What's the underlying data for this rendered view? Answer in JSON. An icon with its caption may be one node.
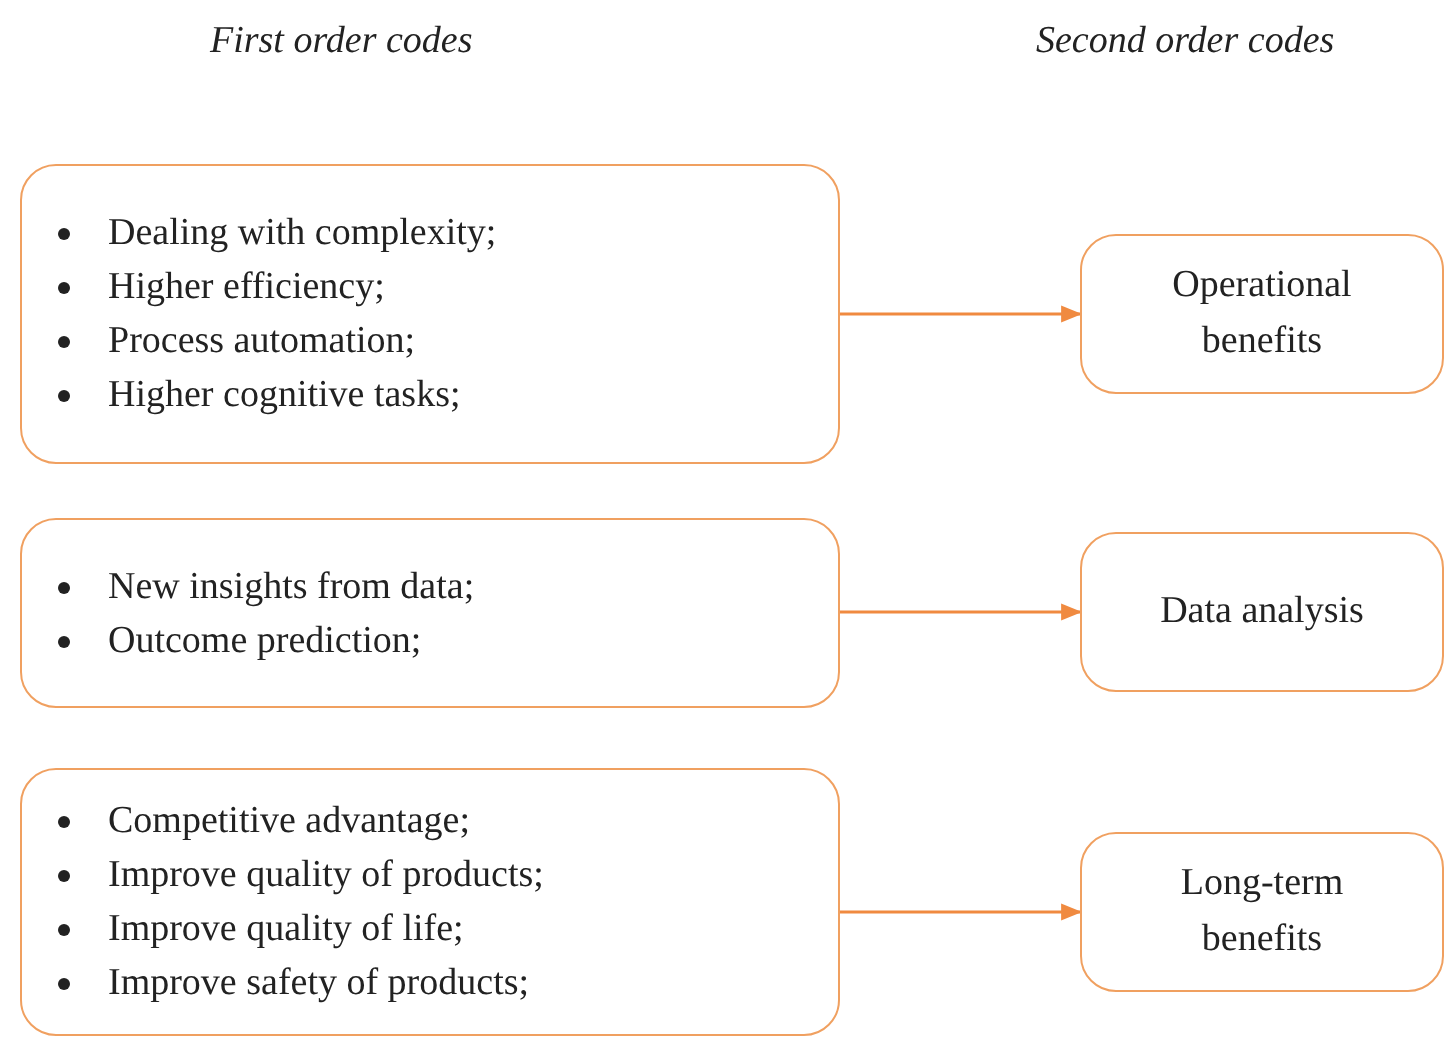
{
  "diagram": {
    "nodes": [
      {
        "text": [
          "Dealing with complexity;",
          "Higher efficiency;",
          "Process automation;",
          "Higher cognitive tasks;"
        ]
      },
      {
        "text": [
          "Operational benefits"
        ]
      },
      {
        "text": [
          "New insights from data;",
          "Outcome prediction;"
        ]
      },
      {
        "text": [
          "Data analysis"
        ]
      },
      {
        "text": [
          "Competitive advantage;",
          "Improve quality of products;",
          "Improve quality of life;",
          "Improve safety of products;"
        ]
      },
      {
        "text": [
          "Long-term benefits"
        ]
      }
    ],
    "edges": [
      {
        "from": 0,
        "to": 1,
        "arrow": "to"
      },
      {
        "from": 2,
        "to": 3,
        "arrow": "to"
      },
      {
        "from": 4,
        "to": 5,
        "arrow": "to"
      }
    ],
    "labels": [
      "First order codes",
      "Second order codes"
    ]
  }
}
